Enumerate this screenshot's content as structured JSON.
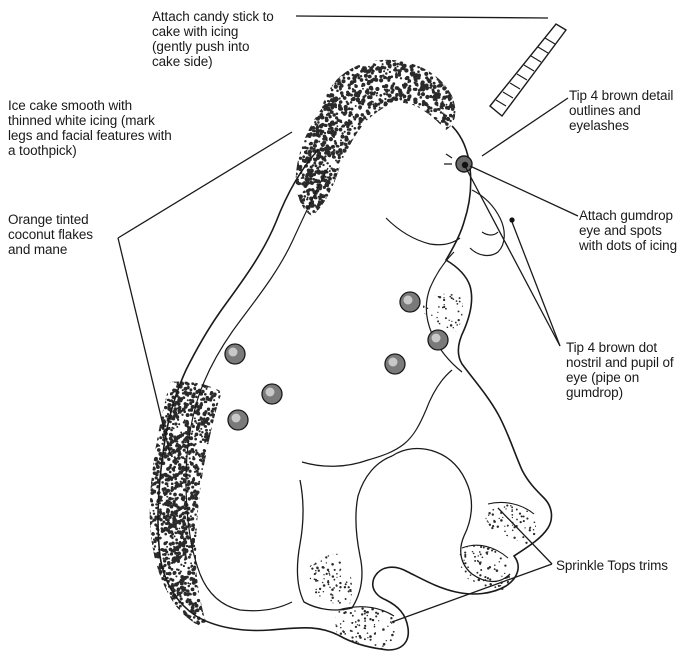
{
  "annotations": {
    "candy_stick": [
      "Attach candy stick to",
      "cake with icing",
      "(gently push into",
      "cake side)"
    ],
    "ice_cake": [
      "Ice cake smooth with",
      "thinned white icing (mark",
      "legs and facial features with",
      "a toothpick)"
    ],
    "coconut": [
      "Orange tinted",
      "coconut  flakes",
      "and mane"
    ],
    "tip4_detail": [
      "Tip 4 brown detail",
      "outlines and",
      "eyelashes"
    ],
    "gumdrop": [
      "Attach gumdrop",
      "eye and spots",
      "with dots of icing"
    ],
    "tip4_dot": [
      "Tip 4 brown dot",
      "nostril and pupil of",
      "eye (pipe on",
      "gumdrop)"
    ],
    "sprinkle": [
      "Sprinkle Tops trims"
    ]
  },
  "colors": {
    "ink": "#1a1a1a",
    "mane": "#2a2a2a",
    "background": "#ffffff"
  },
  "icons": {
    "illustration": "unicorn-cake-drawing"
  }
}
